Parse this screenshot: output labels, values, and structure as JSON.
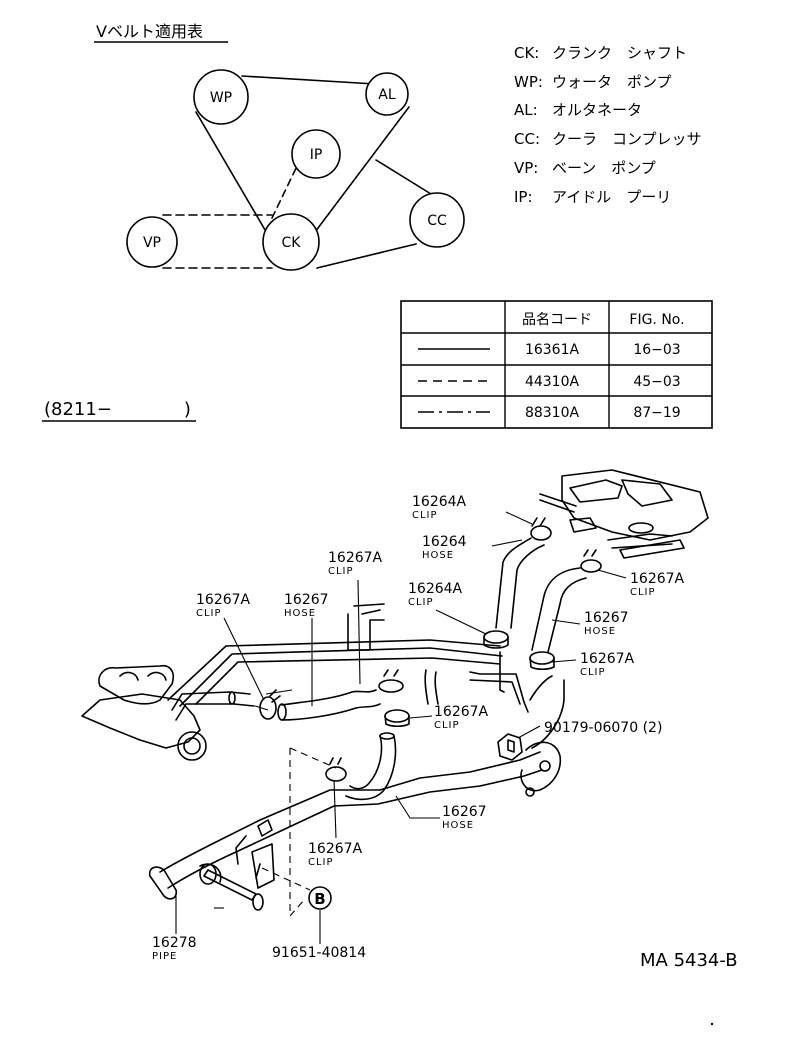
{
  "belt_table": {
    "title": "Vベルト適用表",
    "pulleys": {
      "wp": "WP",
      "al": "AL",
      "ip": "IP",
      "cc": "CC",
      "vp": "VP",
      "ck": "CK"
    },
    "legend": [
      {
        "code": "CK:",
        "desc": "クランク　シャフト"
      },
      {
        "code": "WP:",
        "desc": "ウォータ　ポンプ"
      },
      {
        "code": "AL:",
        "desc": "オルタネータ"
      },
      {
        "code": "CC:",
        "desc": "クーラ　コンプレッサ"
      },
      {
        "code": "VP:",
        "desc": "ベーン　ポンプ"
      },
      {
        "code": "IP:",
        "desc": "アイドル　プーリ"
      }
    ],
    "table": {
      "headers": [
        "",
        "品名コード",
        "FIG. No."
      ],
      "rows": [
        {
          "line": "solid",
          "part": "16361A",
          "fig": "16−03"
        },
        {
          "line": "dashed",
          "part": "44310A",
          "fig": "45−03"
        },
        {
          "line": "dash-dot",
          "part": "88310A",
          "fig": "87−19"
        }
      ]
    }
  },
  "date_range": "(8211−　　　　)",
  "parts": [
    {
      "id": "p1",
      "num": "16264A",
      "sub": "CLIP"
    },
    {
      "id": "p2",
      "num": "16264",
      "sub": "HOSE"
    },
    {
      "id": "p3",
      "num": "16267A",
      "sub": "CLIP"
    },
    {
      "id": "p4",
      "num": "16267A",
      "sub": "CLIP"
    },
    {
      "id": "p5",
      "num": "16267",
      "sub": "HOSE"
    },
    {
      "id": "p6",
      "num": "16264A",
      "sub": "CLIP"
    },
    {
      "id": "p7",
      "num": "16267A",
      "sub": "CLIP"
    },
    {
      "id": "p8",
      "num": "16267",
      "sub": "HOSE"
    },
    {
      "id": "p9",
      "num": "16267A",
      "sub": "CLIP"
    },
    {
      "id": "p10",
      "num": "16267A",
      "sub": "CLIP"
    },
    {
      "id": "p11",
      "num": "90179-06070 (2)",
      "sub": ""
    },
    {
      "id": "p12",
      "num": "16267",
      "sub": "HOSE"
    },
    {
      "id": "p13",
      "num": "16267A",
      "sub": "CLIP"
    },
    {
      "id": "p14",
      "num": "16278",
      "sub": "PIPE"
    },
    {
      "id": "p15",
      "num": "91651-40814",
      "sub": ""
    }
  ],
  "callout_letter": "B",
  "drawing_code": "MA 5434-B"
}
